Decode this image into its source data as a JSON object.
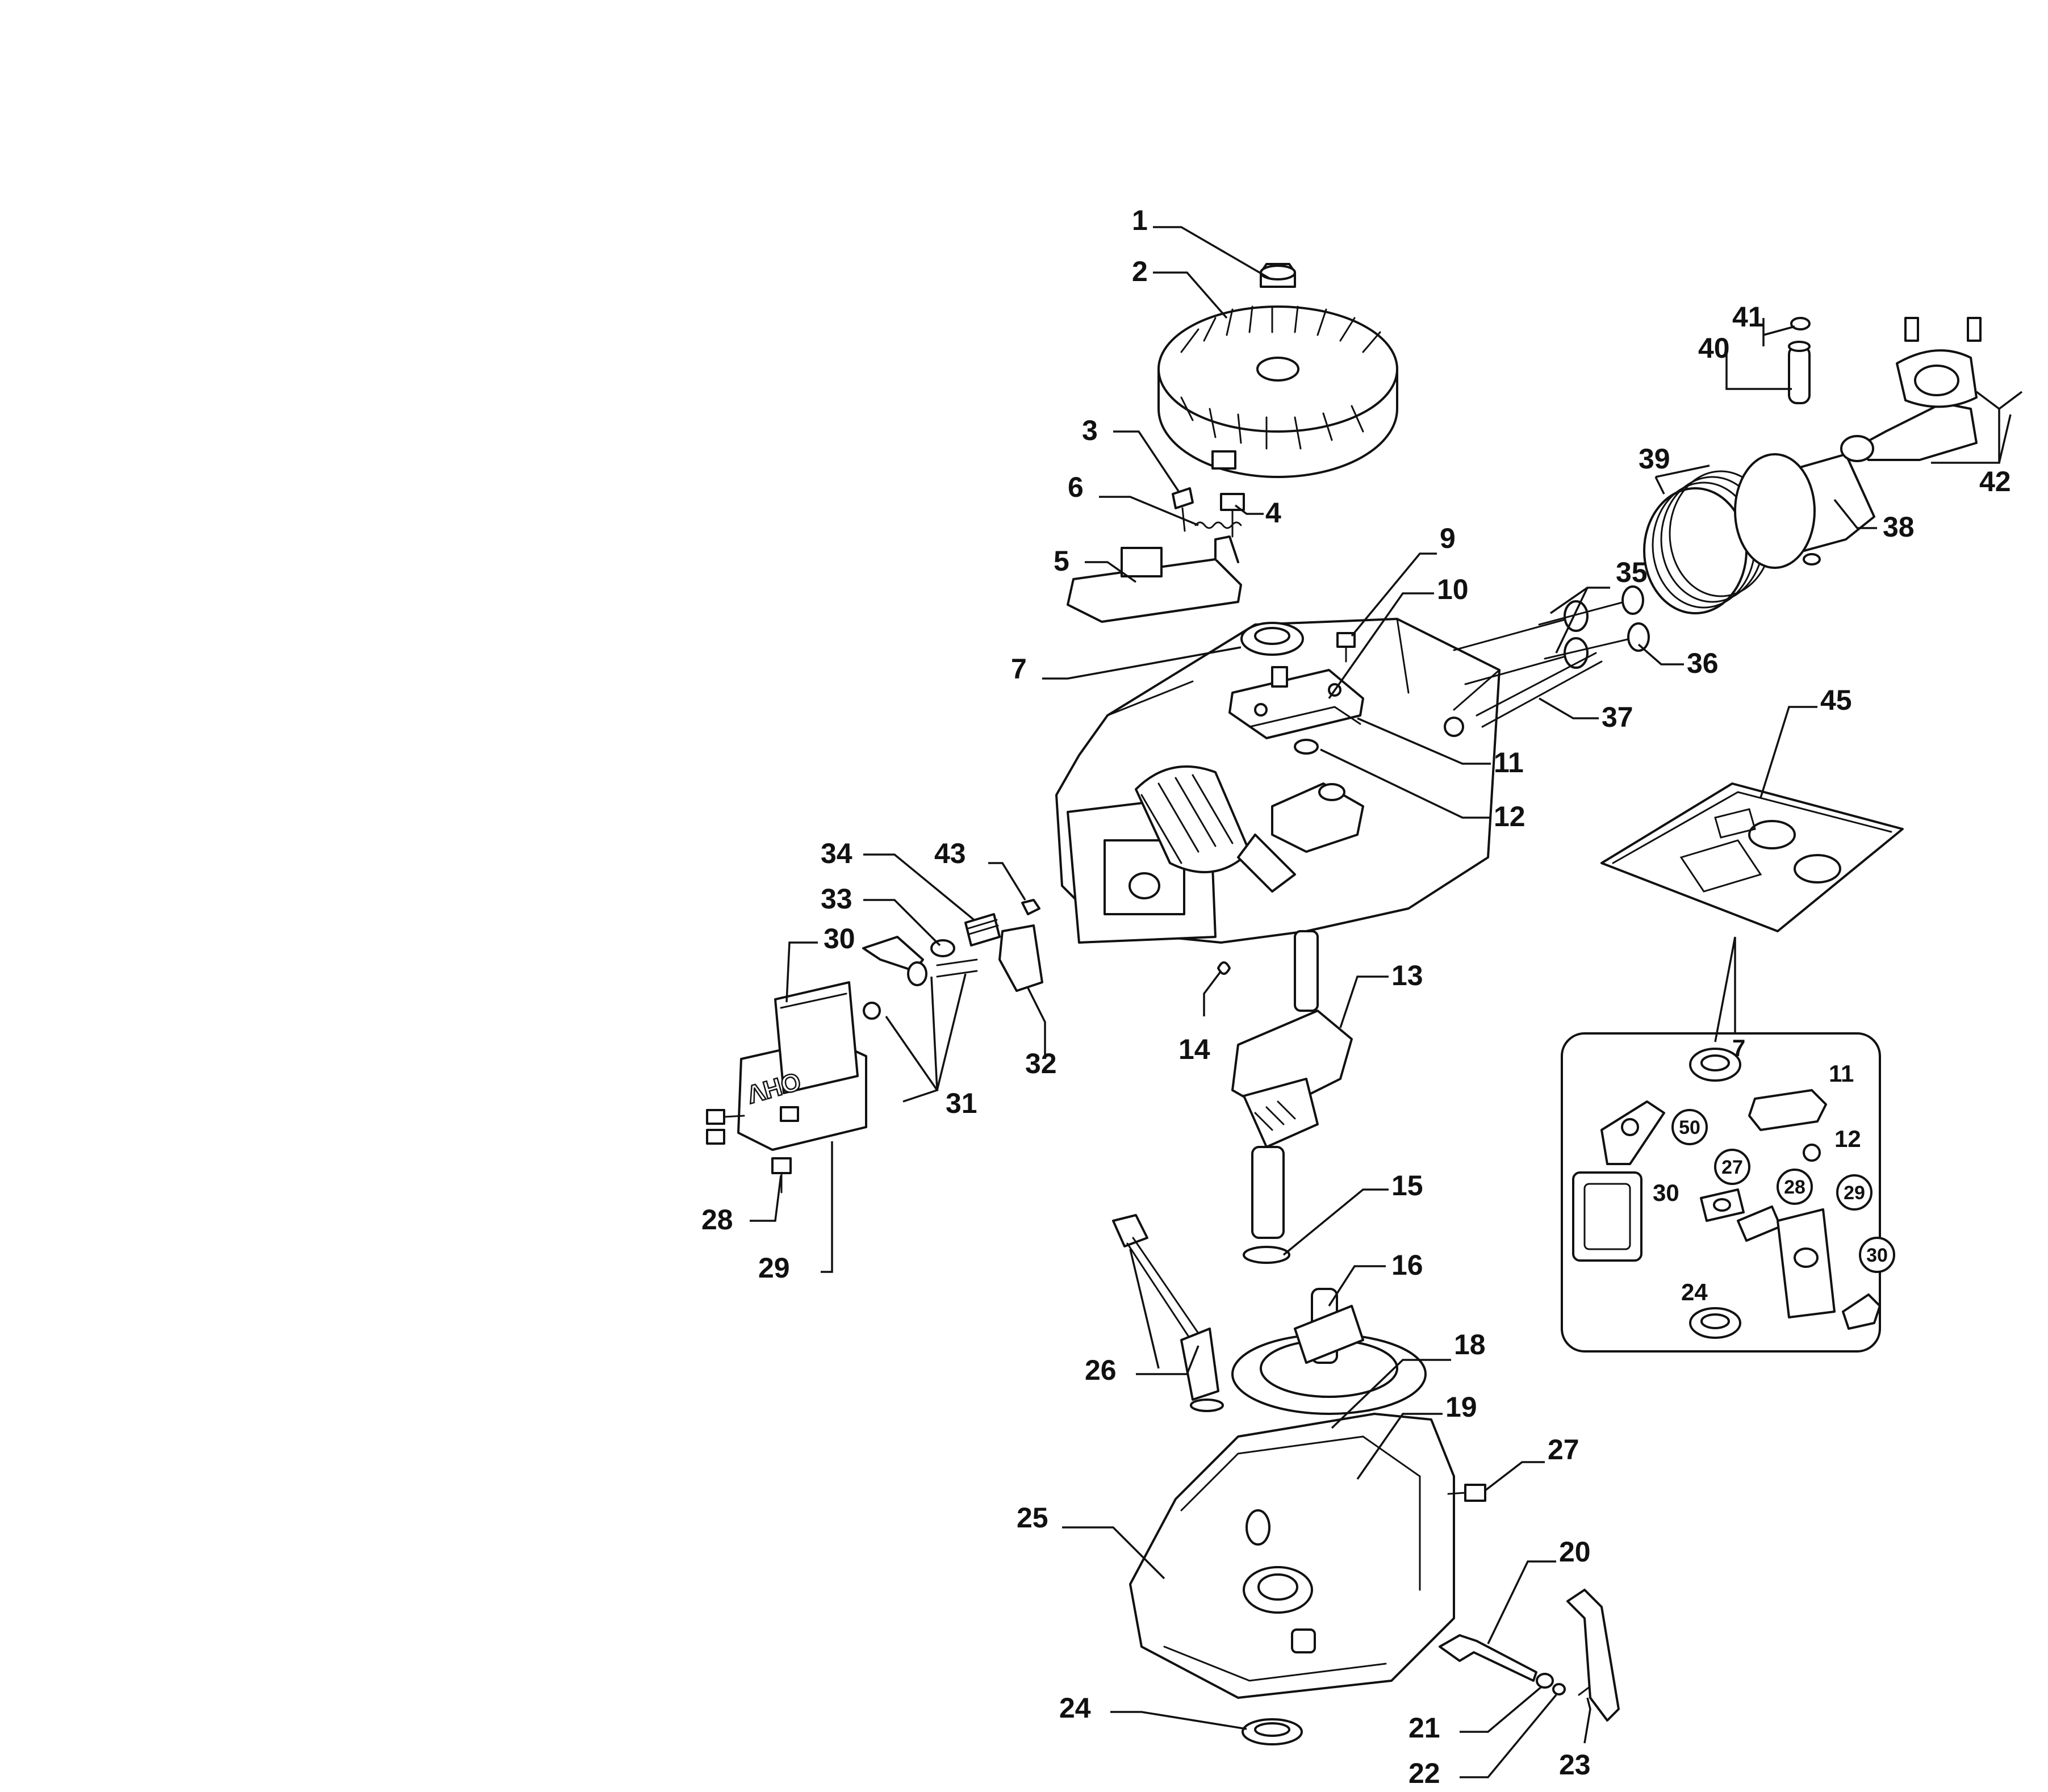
{
  "callouts": {
    "c1": "1",
    "c2": "2",
    "c3": "3",
    "c4": "4",
    "c5": "5",
    "c6": "6",
    "c7": "7",
    "c9": "9",
    "c10": "10",
    "c11": "11",
    "c12": "12",
    "c13": "13",
    "c14": "14",
    "c15": "15",
    "c16": "16",
    "c18": "18",
    "c19": "19",
    "c20": "20",
    "c21": "21",
    "c22": "22",
    "c23": "23",
    "c24": "24",
    "c25": "25",
    "c26": "26",
    "c27": "27",
    "c28": "28",
    "c29": "29",
    "c30": "30",
    "c31": "31",
    "c32": "32",
    "c33": "33",
    "c34": "34",
    "c35": "35",
    "c36": "36",
    "c37": "37",
    "c38": "38",
    "c39": "39",
    "c40": "40",
    "c41": "41",
    "c42": "42",
    "c43": "43",
    "c45": "45"
  },
  "kit": {
    "label_7": "7",
    "label_11": "11",
    "label_12": "12",
    "label_30": "30",
    "label_24": "24",
    "badges": {
      "b50": "50",
      "b27": "27",
      "b28": "28",
      "b29": "29",
      "b30": "30"
    }
  },
  "valve_cover_marking": "OHV"
}
